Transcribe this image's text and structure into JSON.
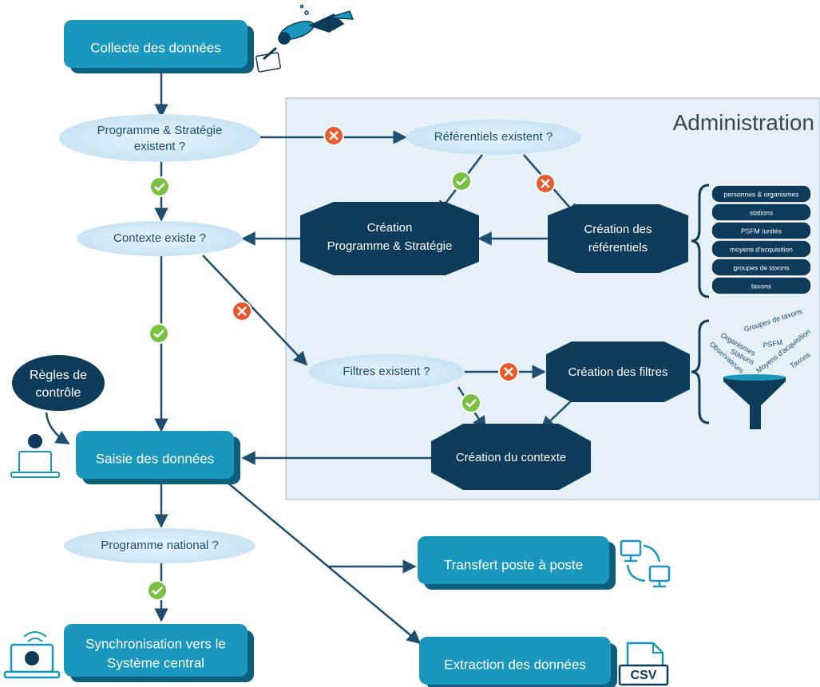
{
  "admin": {
    "title": "Administration"
  },
  "boxes": {
    "collecte": "Collecte des données",
    "saisie": "Saisie des données",
    "sync_line1": "Synchronisation vers le",
    "sync_line2": "Système central",
    "transfert": "Transfert poste à poste",
    "extraction": "Extraction des données"
  },
  "decisions": {
    "programme_line1": "Programme & Stratégie",
    "programme_line2": "existent ?",
    "referentiels": "Référentiels existent ?",
    "contexte": "Contexte existe ?",
    "filtres": "Filtres existent ?",
    "national": "Programme national ?"
  },
  "hexagons": {
    "creation_prog_line1": "Création",
    "creation_prog_line2": "Programme & Stratégie",
    "creation_ref_line1": "Création des",
    "creation_ref_line2": "référentiels",
    "creation_filtres": "Création des filtres",
    "creation_contexte": "Création du contexte"
  },
  "regles": {
    "line1": "Règles de",
    "line2": "contrôle"
  },
  "database_layers": [
    "personnes & organismes",
    "stations",
    "PSFM /unités",
    "moyens d'acquisition",
    "groupes de taxons",
    "taxons"
  ],
  "filter_words": [
    "Organismes",
    "Groupes de taxons",
    "PSFM",
    "Stations",
    "Moyens d'acquisition",
    "Observateurs",
    "Taxons"
  ],
  "icons": {
    "csv_label": "CSV"
  },
  "colors": {
    "box": "#1a97bd",
    "box_shadow": "#0e5f7e",
    "hex": "#0f3b5a",
    "ellipse": "#d4ebf8",
    "admin_bg": "#e5f0f7",
    "yes": "#7ac043",
    "no": "#e65b2e",
    "arrow": "#1f4e6e",
    "icon": "#2a8fb8"
  }
}
